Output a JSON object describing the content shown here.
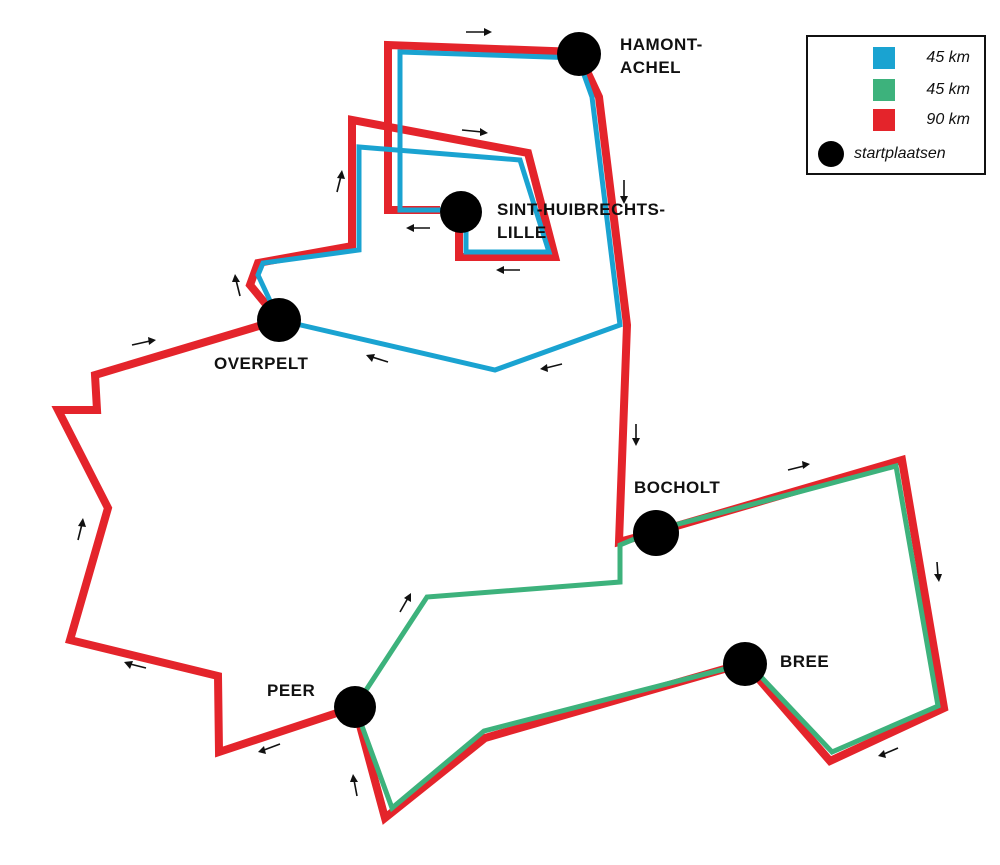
{
  "map": {
    "routes": [
      {
        "name": "blue",
        "color": "#1aa3d1"
      },
      {
        "name": "green",
        "color": "#3db27c"
      },
      {
        "name": "red",
        "color": "#e4242b"
      }
    ],
    "start_places": [
      {
        "id": "hamont-achel",
        "label_lines": [
          "HAMONT-",
          "ACHEL"
        ]
      },
      {
        "id": "sint-huibrechts-lille",
        "label_lines": [
          "SINT-HUIBRECHTS-",
          "LILLE"
        ]
      },
      {
        "id": "overpelt",
        "label_lines": [
          "OVERPELT"
        ]
      },
      {
        "id": "bocholt",
        "label_lines": [
          "BOCHOLT"
        ]
      },
      {
        "id": "bree",
        "label_lines": [
          "BREE"
        ]
      },
      {
        "id": "peer",
        "label_lines": [
          "PEER"
        ]
      }
    ]
  },
  "legend": {
    "items": [
      {
        "label": "45 km",
        "color": "#1aa3d1"
      },
      {
        "label": "45 km",
        "color": "#3db27c"
      },
      {
        "label": "90 km",
        "color": "#e4242b"
      }
    ],
    "start_label": "startplaatsen"
  }
}
